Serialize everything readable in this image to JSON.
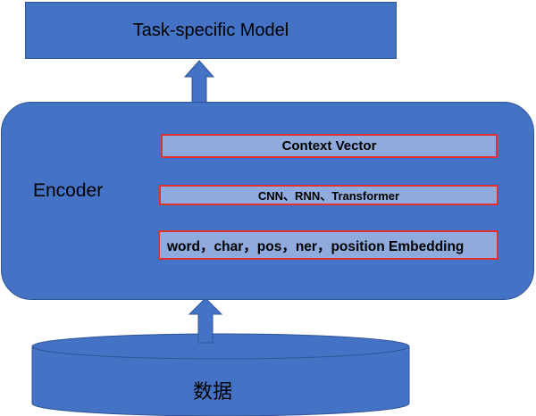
{
  "model": {
    "title": "Task-specific Model"
  },
  "encoder": {
    "label": "Encoder",
    "layers": {
      "context": "Context Vector",
      "network": "CNN、RNN、Transformer",
      "embedding": "word，char，pos，ner，position Embedding"
    }
  },
  "data_store": {
    "label": "数据"
  },
  "colors": {
    "block_fill": "#4472C4",
    "layer_fill": "#8FAADC",
    "layer_border": "#E03030"
  }
}
